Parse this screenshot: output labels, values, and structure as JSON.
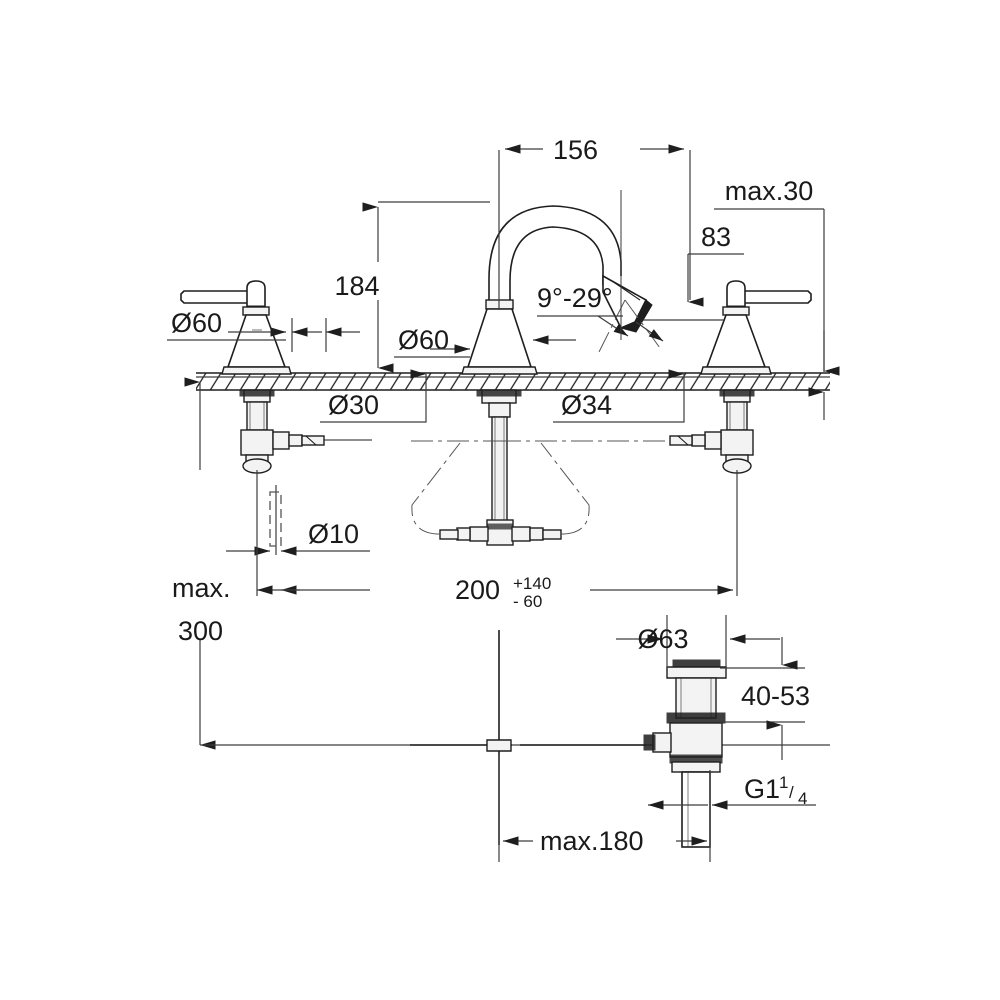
{
  "drawing": {
    "title": "Widespread lavatory faucet installation dimension drawing",
    "units": "mm",
    "line_color": "#3d3d3d",
    "object_color": "#1e1e1e",
    "background": "#ffffff"
  },
  "dimensions": {
    "spout_reach": "156",
    "spout_height": "184",
    "max_deck_thickness": "max.30",
    "aerator_height": "83",
    "swivel_angle": "9°-29°",
    "handle_base_left": "Ø60",
    "handle_base_right": "Ø60",
    "deck_hole_handle": "Ø30",
    "deck_hole_spout": "Ø34",
    "supply_hose_dia": "Ø10",
    "max_supply_label": "max.",
    "max_supply_value": "300",
    "center_spread": "200",
    "center_spread_tol_upper": "+140",
    "center_spread_tol_lower": "- 60",
    "drain_flange_dia": "Ø63",
    "drain_basin_range": "40-53",
    "drain_thread": "G1",
    "drain_thread_num": "1",
    "drain_thread_den": "4",
    "max_rod_reach": "max.180"
  },
  "labels": [
    {
      "id": "spout-reach",
      "text": "156"
    },
    {
      "id": "spout-height",
      "text": "184"
    },
    {
      "id": "max-deck",
      "text": "max.30"
    },
    {
      "id": "aerator-height",
      "text": "83"
    },
    {
      "id": "swivel-angle",
      "text": "9°-29°"
    },
    {
      "id": "handle-dia-left",
      "text": "Ø60"
    },
    {
      "id": "handle-dia-right",
      "text": "Ø60"
    },
    {
      "id": "hole-dia-handle",
      "text": "Ø30"
    },
    {
      "id": "hole-dia-spout",
      "text": "Ø34"
    },
    {
      "id": "hose-dia",
      "text": "Ø10"
    },
    {
      "id": "max-word",
      "text": "max."
    },
    {
      "id": "max-300",
      "text": "300"
    },
    {
      "id": "spread-200",
      "text": "200"
    },
    {
      "id": "spread-tol-up",
      "text": "+140"
    },
    {
      "id": "spread-tol-dn",
      "text": "- 60"
    },
    {
      "id": "drain-dia",
      "text": "Ø63"
    },
    {
      "id": "drain-range",
      "text": "40-53"
    },
    {
      "id": "drain-thread",
      "text": "G1"
    },
    {
      "id": "drain-frac-num",
      "text": "1"
    },
    {
      "id": "drain-frac-den",
      "text": "4"
    },
    {
      "id": "max-180",
      "text": "max.180"
    }
  ]
}
